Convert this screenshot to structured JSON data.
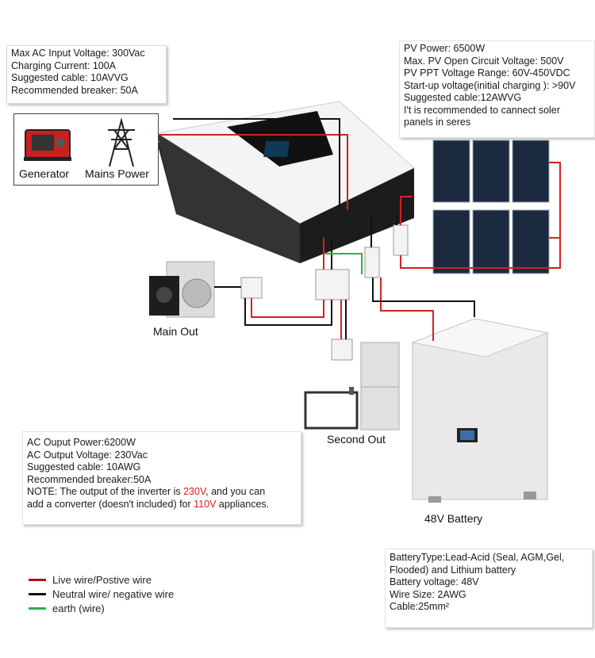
{
  "ac_input_box": {
    "lines": [
      "Max AC Input Voltage: 300Vac",
      "Charging Current: 100A",
      "Suggested cable: 10AVVG",
      "Recommended breaker: 50A"
    ]
  },
  "pv_box": {
    "lines": [
      "PV Power: 6500W",
      "Max. PV Open Circuit Voltage: 500V",
      "PV PPT Voltage Range: 60V-450VDC",
      "Start-up voltage(initial charging ): >90V",
      "Suggested cable:12AWVG",
      "I't is recommended to cannect soler",
      "panels in seres"
    ]
  },
  "sources": {
    "generator": "Generator",
    "mains": "Mains Power"
  },
  "labels": {
    "main_out": "Main Out",
    "second_out": "Second Out",
    "battery": "48V Battery"
  },
  "ac_output_box": {
    "lines": [
      "AC Ouput Power:6200W",
      "AC Output Voltage: 230Vac",
      "Suggested cable: 10AWG",
      "Recommended breaker:50A"
    ],
    "note_pre": "NOTE: The output of the inverter is ",
    "note_v1": "230V",
    "note_mid": ", and you can",
    "note2_pre": "add a converter (doesn't included) for ",
    "note_v2": "110V",
    "note2_post": " appliances."
  },
  "battery_box": {
    "lines": [
      "BatteryType:Lead-Acid (Seal, AGM,Gel,",
      "Flooded) and Lithium battery",
      "Battery voltage: 48V",
      "Wire Size: 2AWG",
      "Cable:25mm²"
    ]
  },
  "legend": [
    {
      "label": "Live wire/Postive wire",
      "color": "#b01010"
    },
    {
      "label": "Neutral wire/ negative wire",
      "color": "#111111"
    },
    {
      "label": "earth (wire)",
      "color": "#2bb34a"
    }
  ],
  "colors": {
    "live": "#d42020",
    "neutral": "#111111",
    "earth": "#2bb34a"
  }
}
